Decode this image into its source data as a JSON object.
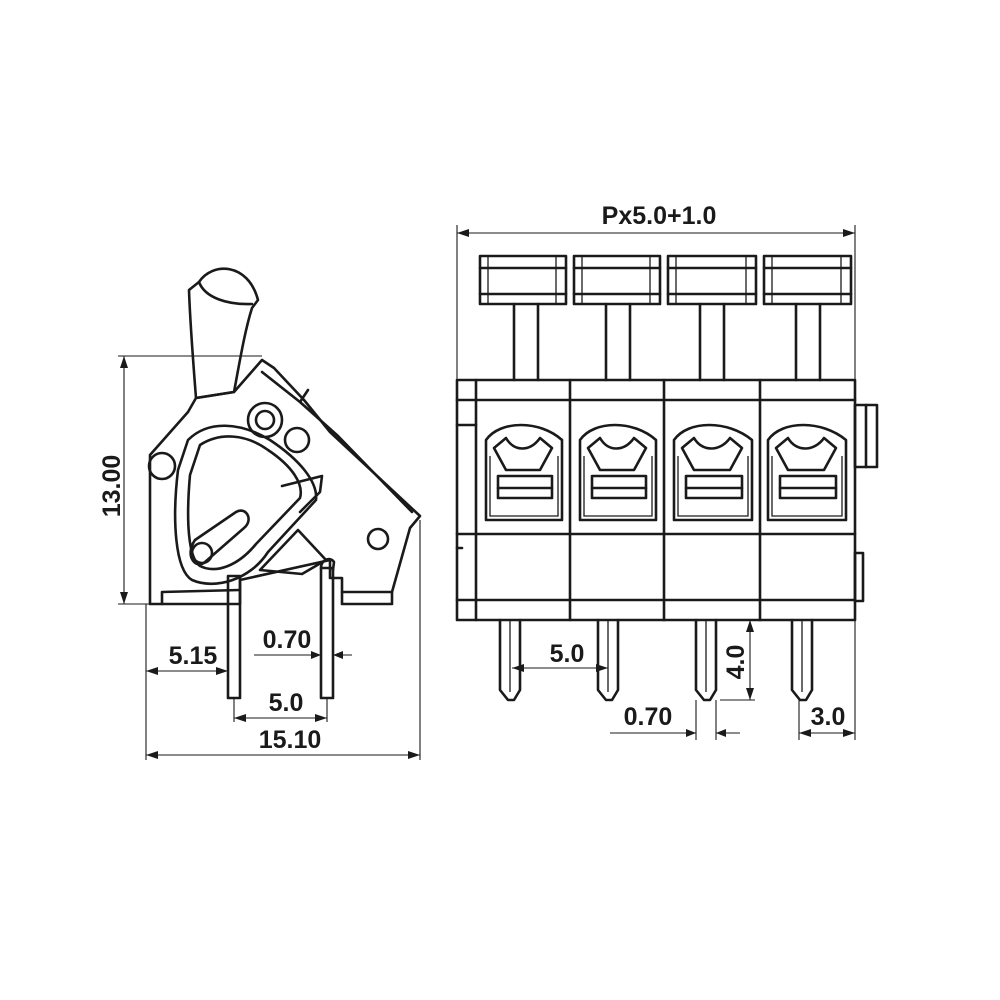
{
  "dimensions": {
    "height": "13.00",
    "pin_offset": "5.15",
    "pin_width_side": "0.70",
    "pitch_side": "5.0",
    "total_depth": "15.10",
    "total_length": "Px5.0+1.0",
    "pitch_front": "5.0",
    "pin_length": "4.0",
    "pin_width_front": "0.70",
    "end_offset": "3.0"
  },
  "front_view": {
    "poles": 4
  },
  "colors": {
    "line": "#1a1a1a",
    "background": "#ffffff"
  }
}
